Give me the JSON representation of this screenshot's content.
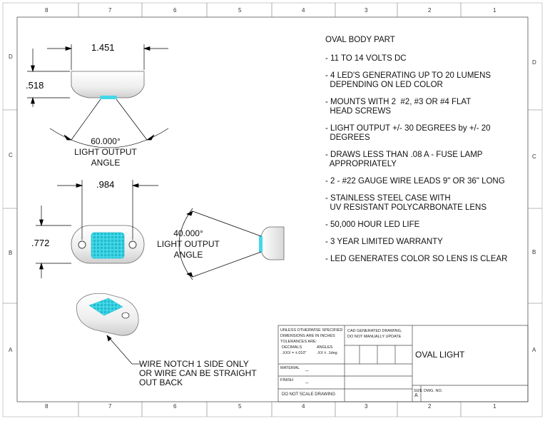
{
  "border_zones": {
    "top": [
      "8",
      "7",
      "6",
      "5",
      "4",
      "3",
      "2",
      "1"
    ],
    "bottom": [
      "8",
      "7",
      "6",
      "5",
      "4",
      "3",
      "2",
      "1"
    ],
    "left": [
      "D",
      "C",
      "B",
      "A"
    ],
    "right": [
      "D",
      "C",
      "B",
      "A"
    ]
  },
  "views": {
    "top_view": {
      "width_dim": "1.451",
      "height_dim": ".518",
      "angle": "60.000°",
      "angle_caption": [
        "LIGHT OUTPUT",
        "ANGLE"
      ]
    },
    "front_view": {
      "hole_spacing_dim": ".984",
      "height_dim": ".772"
    },
    "side_view": {
      "angle": "40.000°",
      "angle_caption": [
        "LIGHT OUTPUT",
        "ANGLE"
      ]
    },
    "iso_view": {
      "note": [
        "WIRE NOTCH 1 SIDE ONLY",
        "OR WIRE CAN BE STRAIGHT",
        "OUT BACK"
      ]
    }
  },
  "notes": {
    "title": "OVAL BODY PART",
    "items": [
      "- 11 TO 14 VOLTS DC",
      "- 4 LED'S GENERATING UP TO 20 LUMENS\n  DEPENDING ON LED COLOR",
      "- MOUNTS WITH 2  #2, #3 OR #4 FLAT\n  HEAD SCREWS",
      "- LIGHT OUTPUT +/- 30 DEGREES by +/- 20\n  DEGREES",
      "- DRAWS LESS THAN .08 A - FUSE LAMP\n  APPROPRIATELY",
      "- 2 - #22 GAUGE WIRE LEADS 9\" OR 36\" LONG",
      "- STAINLESS STEEL CASE WITH\n  UV RESISTANT POLYCARBONATE LENS",
      "- 50,000 HOUR LED LIFE",
      "- 3 YEAR LIMITED WARRANTY",
      "- LED GENERATES COLOR SO LENS IS CLEAR"
    ]
  },
  "title_block": {
    "unless": "UNLESS OTHERWISE SPECIFIED",
    "dims": "DIMENSIONS ARE IN INCHES",
    "tol": "TOLERANCES ARE:",
    "decimals": "DECIMALS",
    "angles": "ANGLES",
    "decimals_val": ".XXX = ±.010\"",
    "angles_val": ".XX ± .1deg",
    "cad": "CAD GENERATED DRAWING,",
    "do_not_update": "DO NOT MANUALLY UPDATE",
    "material": "MATERIAL",
    "material_val": "--",
    "finish": "FINISH",
    "finish_val": "--",
    "do_not_scale": "DO NOT SCALE DRAWING",
    "title": "OVAL LIGHT",
    "size_label": "SIZE",
    "size": "A",
    "dwg_no": "DWG. NO."
  },
  "colors": {
    "led": "#3fd7e8",
    "line": "#000000",
    "body": "#f2f2f2"
  }
}
